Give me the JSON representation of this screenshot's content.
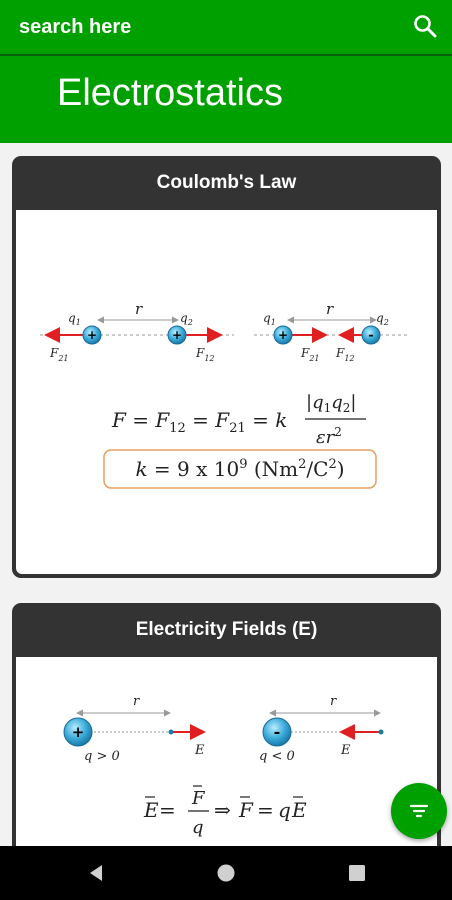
{
  "search": {
    "placeholder": "search here"
  },
  "page": {
    "title": "Electrostatics"
  },
  "cards": [
    {
      "title": "Coulomb's Law",
      "figure": {
        "charge_labels": [
          "q1",
          "q2",
          "q1",
          "q2"
        ],
        "separation_label": "r",
        "force_labels": [
          "F21",
          "F12",
          "F21",
          "F12"
        ],
        "equation": "F = F12 = F21 = k |q1q2| / εr²",
        "constant": "k = 9 x 10⁹ (Nm²/C²)"
      }
    },
    {
      "title": "Electricity Fields (E)",
      "figure": {
        "separation_label": "r",
        "conditions": [
          "q > 0",
          "q < 0"
        ],
        "field_label": "E",
        "equation": "E = F/q ⇒ F = qE"
      }
    }
  ],
  "colors": {
    "primary": "#00a000",
    "card_header": "#333333",
    "arrow_red": "#e02020",
    "constant_border": "#e8a060"
  },
  "icons": {
    "search": "search-icon",
    "fab": "filter-icon",
    "nav": [
      "back-icon",
      "home-icon",
      "recents-icon"
    ]
  }
}
